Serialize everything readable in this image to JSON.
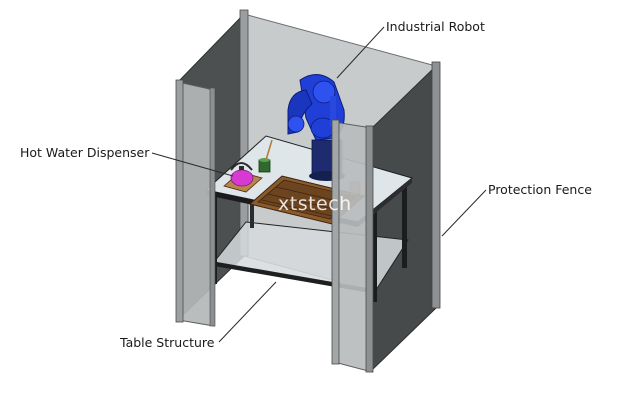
{
  "labels": {
    "robot": "Industrial Robot",
    "dispenser": "Hot Water Dispenser",
    "fence": "Protection Fence",
    "table": "Table Structure"
  },
  "watermark": "xtstech",
  "colors": {
    "fence_panel": "#4a4a4a",
    "fence_glass": "#bfc3c3",
    "robot": "#1f3fd6",
    "kettle": "#d63ad0",
    "tray": "#8a5a2b",
    "table_top": "#dfe6ea"
  }
}
